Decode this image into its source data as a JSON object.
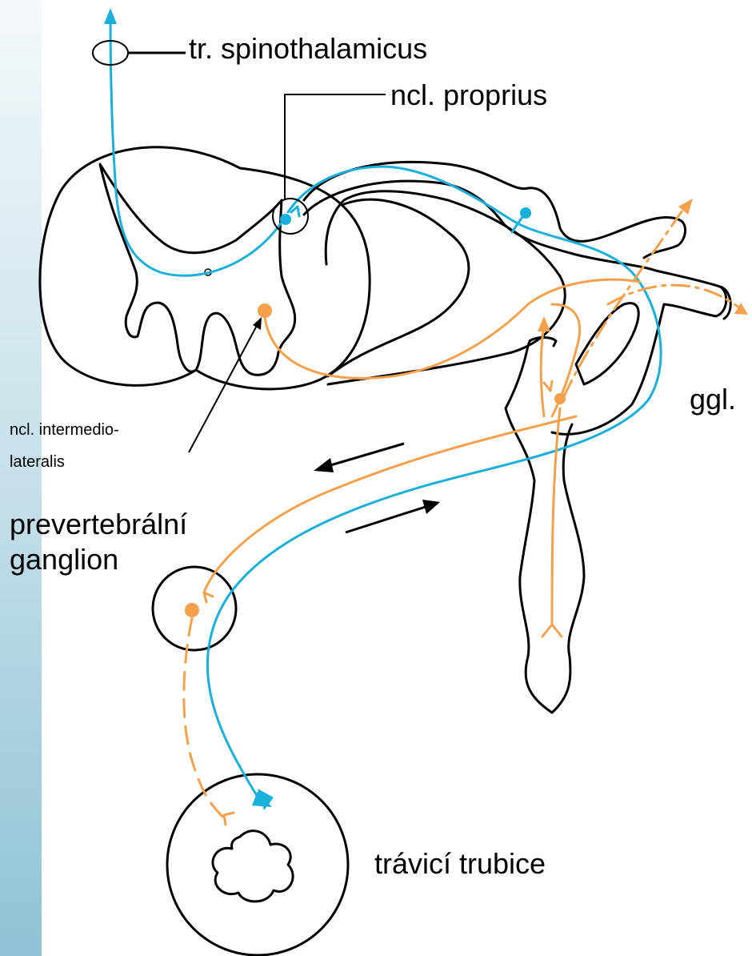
{
  "labels": {
    "tract": "tr. spinothalamicus",
    "proprius": "ncl. proprius",
    "ggl": "ggl.",
    "intermedio_line1": "ncl. intermedio-",
    "intermedio_line2": "lateralis",
    "prevertebral_line1": "prevertebrální",
    "prevertebral_line2": "ganglion",
    "gut": "trávicí trubice"
  },
  "colors": {
    "afferent": "#1ab0dc",
    "efferent": "#f5a04a",
    "outline": "#000000",
    "sidebar_top": "#f4f9fb",
    "sidebar_bottom": "#8fc3d5"
  }
}
